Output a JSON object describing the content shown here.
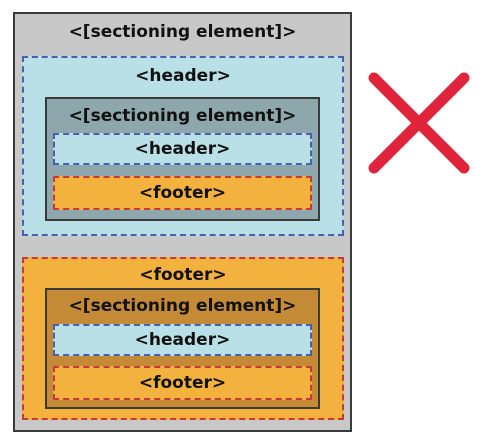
{
  "outer": {
    "label": "<[sectioning element]>",
    "fill": "#c8c8c8"
  },
  "top_header": {
    "label": "<header>",
    "fill": "#b9e0e6",
    "inner_section": {
      "label": "<[sectioning element]>",
      "fill": "#8ea7ac",
      "header_label": "<header>",
      "header_fill": "#b9e0e6",
      "footer_label": "<footer>",
      "footer_fill": "#f3b13d"
    }
  },
  "bottom_footer": {
    "label": "<footer>",
    "fill": "#f3b13d",
    "inner_section": {
      "label": "<[sectioning element]>",
      "fill": "#c58a36",
      "header_label": "<header>",
      "header_fill": "#b9e0e6",
      "footer_label": "<footer>",
      "footer_fill": "#f3b13d"
    }
  },
  "mark": {
    "icon": "cross-icon",
    "color": "#e0243c"
  }
}
